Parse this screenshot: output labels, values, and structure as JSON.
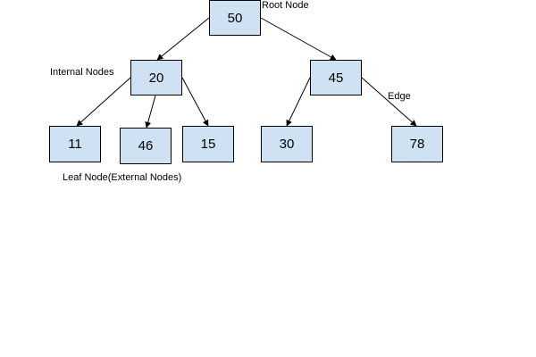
{
  "colors": {
    "node_fill": "#cfe2f3",
    "stroke": "#000000",
    "background": "#ffffff"
  },
  "tree": {
    "root": {
      "id": "50",
      "value": "50"
    },
    "internal": [
      {
        "id": "20",
        "value": "20"
      },
      {
        "id": "45",
        "value": "45"
      }
    ],
    "leaves": [
      {
        "id": "11",
        "value": "11"
      },
      {
        "id": "46",
        "value": "46"
      },
      {
        "id": "15",
        "value": "15"
      },
      {
        "id": "30",
        "value": "30"
      },
      {
        "id": "78",
        "value": "78"
      }
    ],
    "edges": [
      {
        "from": "50",
        "to": "20"
      },
      {
        "from": "50",
        "to": "45"
      },
      {
        "from": "20",
        "to": "11"
      },
      {
        "from": "20",
        "to": "46"
      },
      {
        "from": "20",
        "to": "15"
      },
      {
        "from": "45",
        "to": "30"
      },
      {
        "from": "45",
        "to": "78"
      }
    ]
  },
  "labels": {
    "root": "Root Node",
    "internal": "Internal Nodes",
    "edge": "Edge",
    "leaf": "Leaf Node(External Nodes)"
  }
}
